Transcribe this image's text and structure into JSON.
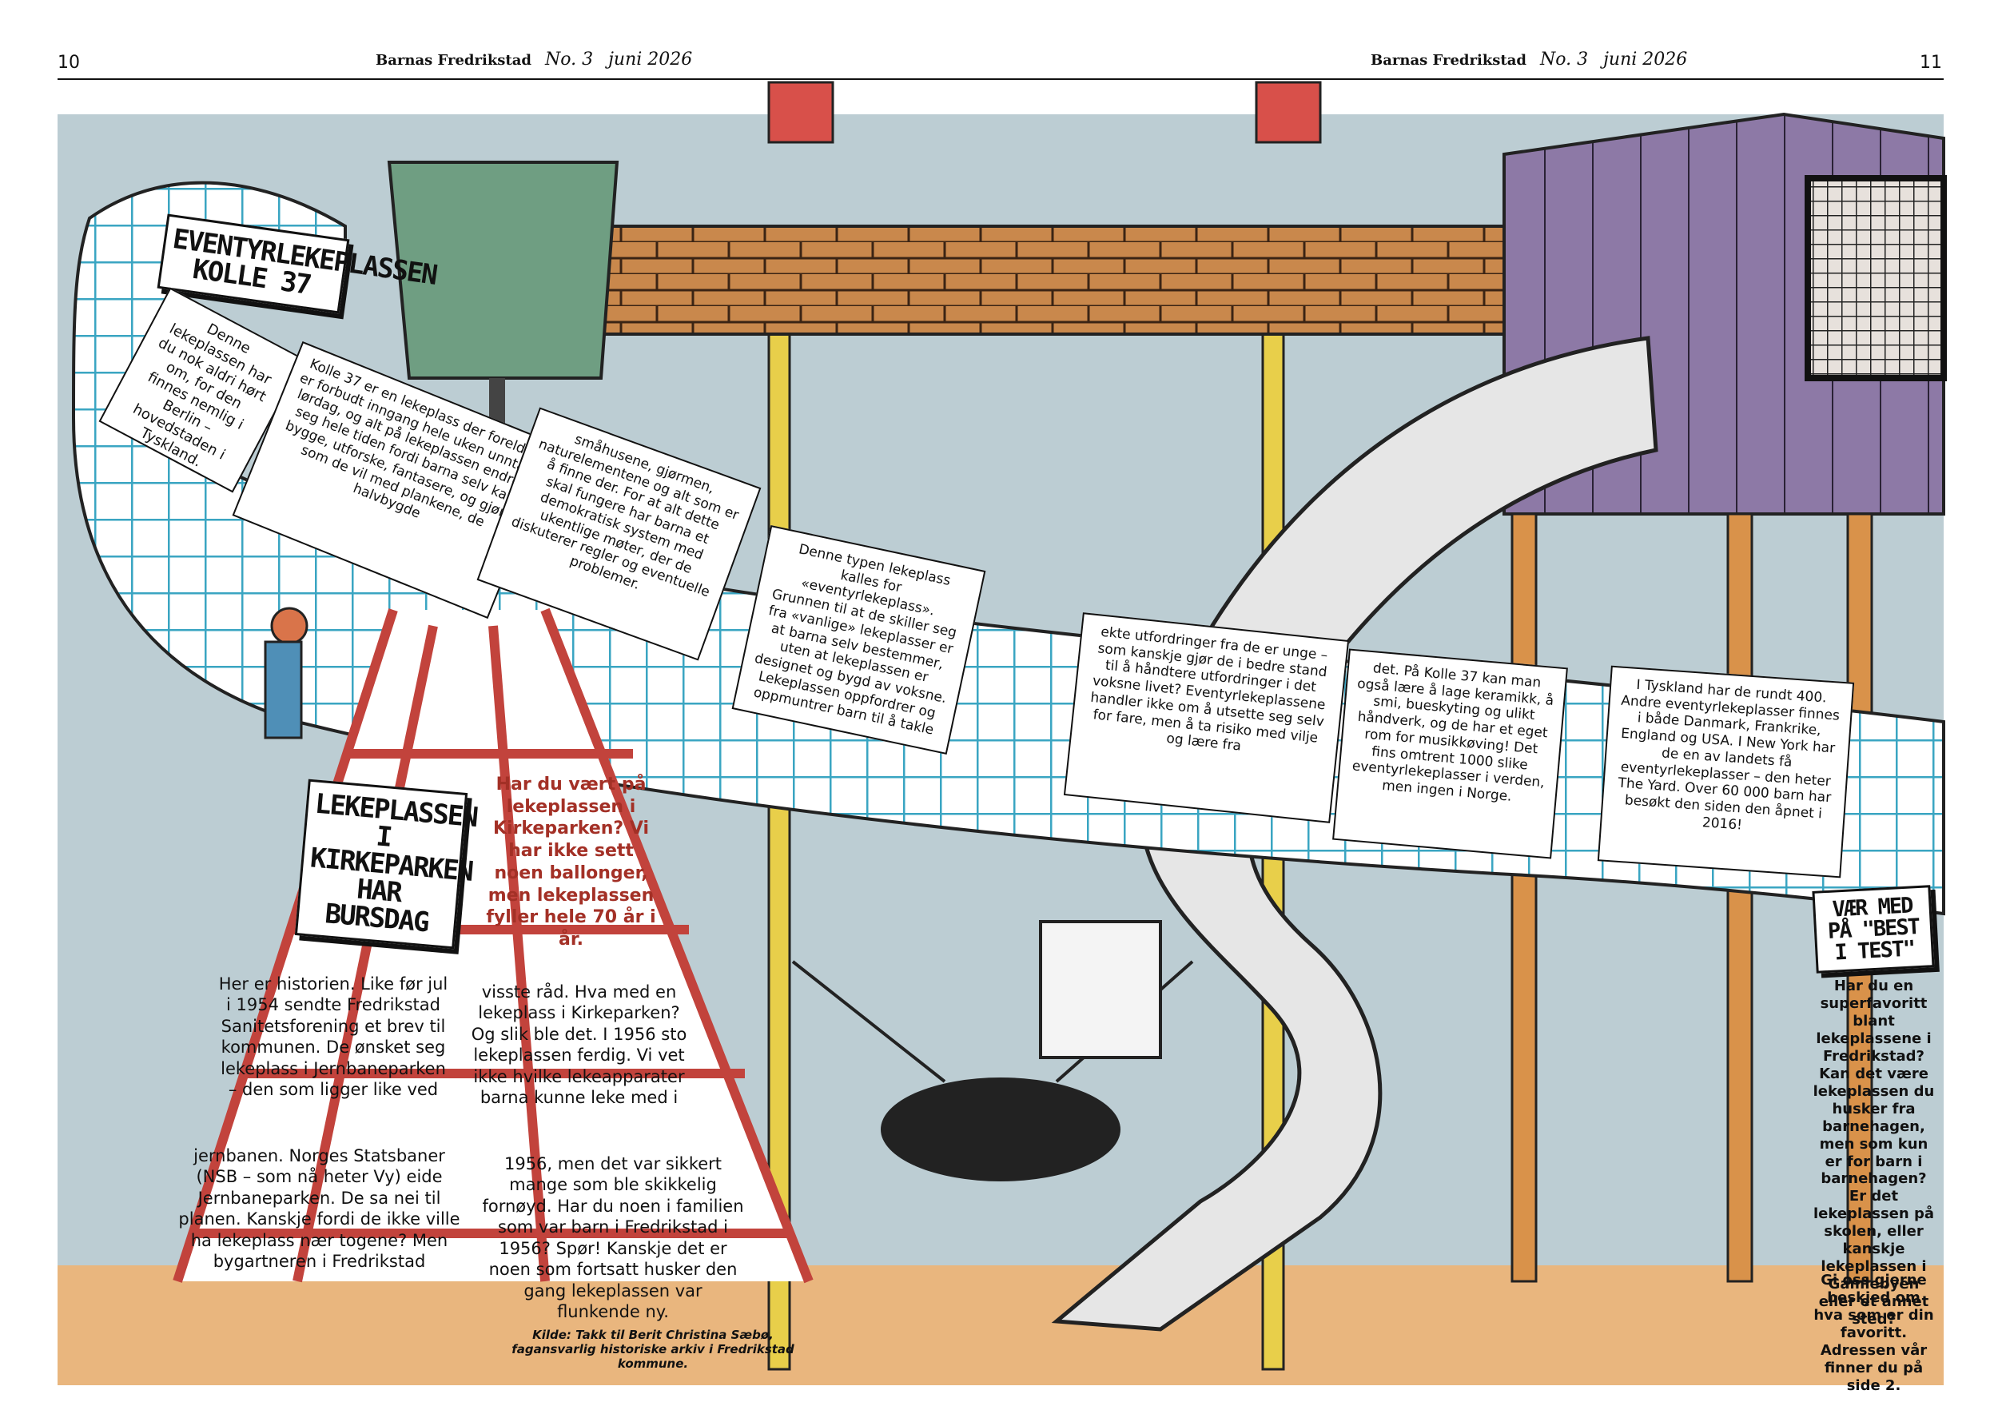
{
  "header": {
    "page_left": "10",
    "page_right": "11",
    "paper_name": "Barnas Fredrikstad",
    "issue": "No. 3",
    "date": "juni 2026"
  },
  "main_title": "EVENTYRLEKEPLASSEN KOLLE 37",
  "ribbon_boxes": [
    "Denne lekeplassen har du nok aldri hørt om, for den finnes nemlig i Berlin – hovedstaden i Tyskland.",
    "Kolle 37 er en lekeplass der foreldre er forbudt inngang hele uken unntatt lørdag, og alt på lekeplassen endrer seg hele tiden fordi barna selv kan bygge, utforske, fantasere, og gjøre som de vil med plankene, de halvbygde",
    "småhusene, gjørmen, naturelementene og alt som er å finne der. For at alt dette skal fungere har barna et demokratisk system med ukentlige møter, der de diskuterer regler og eventuelle problemer.",
    "Denne typen lekeplass kalles for «eventyrlekeplass». Grunnen til at de skiller seg fra «vanlige» lekeplasser er at barna selv bestemmer, uten at lekeplassen er designet og bygd av voksne. Lekeplassen oppfordrer og oppmuntrer barn til å takle",
    "ekte utfordringer fra de er unge – som kanskje gjør de i bedre stand til å håndtere utfordringer i det voksne livet? Eventyrlekeplassene handler ikke om å utsette seg selv for fare, men å ta risiko med vilje og lære fra",
    "det. På Kolle 37 kan man også lære å lage keramikk, å smi, bueskyting og ulikt håndverk, og de har et eget rom for musikkøving! Det fins omtrent 1000 slike eventyrlekeplasser i verden, men ingen i Norge.",
    "I Tyskland har de rundt 400. Andre eventyrlekeplasser finnes i både Danmark, Frankrike, England og USA. I New York har de en av landets få eventyrlekeplasser – den heter The Yard. Over 60 000 barn har besøkt den siden den åpnet i 2016!"
  ],
  "kirkeparken": {
    "title": "LEKEPLASSEN I KIRKEPARKEN HAR BURSDAG",
    "question": "Har du vært på lekeplassen i Kirkeparken? Vi har ikke sett noen ballonger, men lekeplassen fyller hele 70 år i år.",
    "cells": [
      "Her er historien. Like før jul i 1954 sendte Fredrikstad Sanitetsforening et brev til kommunen. De ønsket seg lekeplass i Jernbaneparken – den som ligger like ved",
      "visste råd. Hva med en lekeplass i Kirkeparken? Og slik ble det. I 1956 sto lekeplassen ferdig. Vi vet ikke hvilke lekeapparater barna kunne leke med i",
      "jernbanen. Norges Statsbaner (NSB – som nå heter Vy) eide Jernbaneparken. De sa nei til planen. Kanskje fordi de ikke ville ha lekeplass nær togene? Men bygartneren i Fredrikstad",
      "1956, men det var sikkert mange som ble skikkelig fornøyd. Har du noen i familien som var barn i Fredrikstad i 1956? Spør! Kanskje det er noen som fortsatt husker den gang lekeplassen var flunkende ny."
    ],
    "credit": "Kilde: Takk til Berit Christina Sæbø, fagansvarlig historiske arkiv i Fredrikstad kommune."
  },
  "best_i_test": {
    "title": "VÆR MED PÅ \"BEST I TEST\"",
    "text": "Har du en superfavoritt blant lekeplassene i Fredrikstad? Kan det være lekeplassen du husker fra barnehagen, men som kun er for barn i barnehagen? Er det lekeplassen på skolen, eller kanskje lekeplassen i Gamlebyen eller et annet sted?",
    "text2": "Gi oss gjerne beskjed om hva som er din favoritt. Adressen vår finner du på side 2."
  },
  "colors": {
    "sky": "#bccdd3",
    "ground": "#e9b67e",
    "bridge": "#c9884c",
    "house": "#8d79a6",
    "tower": "#6f9e82",
    "grid": "#3aa5c2",
    "net": "#c2433c",
    "pole": "#e8cf4a"
  }
}
